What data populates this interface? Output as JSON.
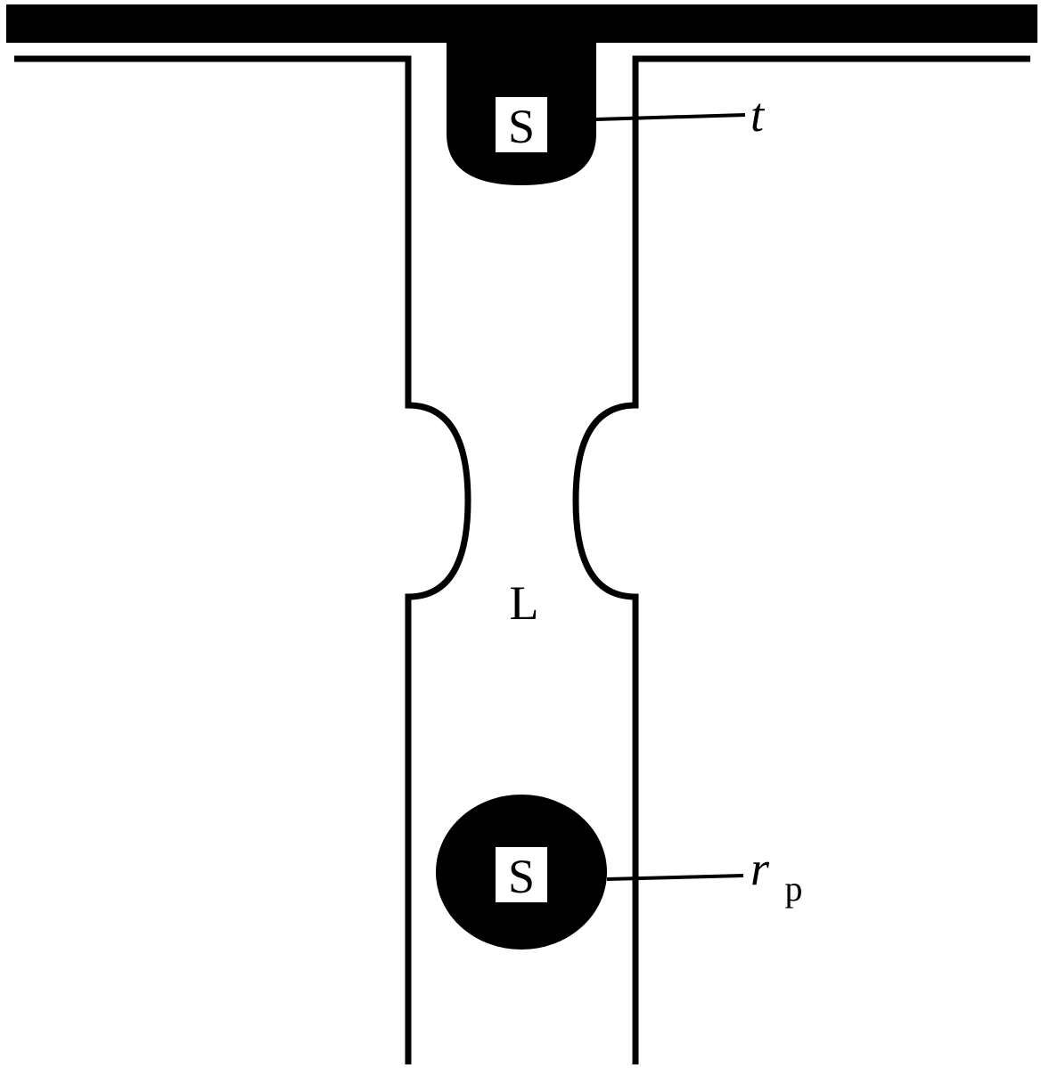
{
  "diagram": {
    "top_phase_label": "S",
    "bottom_phase_label": "S",
    "liquid_label": "L",
    "tip_annotation": "t",
    "particle_annotation_main": "r",
    "particle_annotation_sub": "p"
  },
  "colors": {
    "ink": "#000000",
    "background": "#ffffff"
  }
}
